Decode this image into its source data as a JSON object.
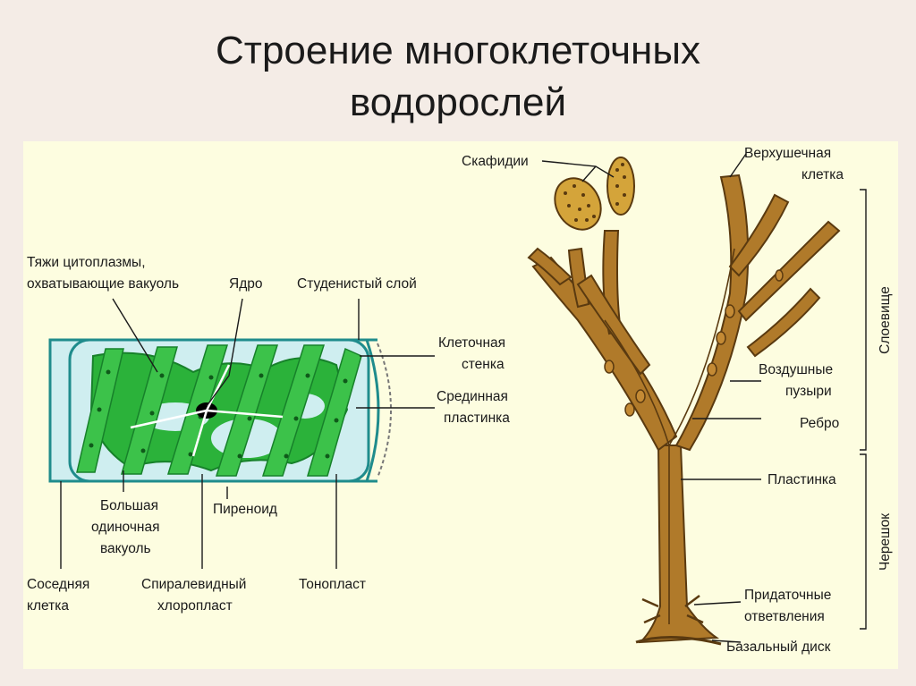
{
  "title": {
    "line1": "Строение многоклеточных",
    "line2": "водорослей"
  },
  "spirogyra": {
    "labels": {
      "tyazhi_l1": "Тяжи цитоплазмы,",
      "tyazhi_l2": "охватывающие вакуоль",
      "yadro": "Ядро",
      "studenisty": "Студенистый слой",
      "stenka_l1": "Клеточная",
      "stenka_l2": "стенка",
      "sredinnaya_l1": "Срединная",
      "sredinnaya_l2": "пластинка",
      "vakuol_l1": "Большая",
      "vakuol_l2": "одиночная",
      "vakuol_l3": "вакуоль",
      "pirenoid": "Пиреноид",
      "sosednyaya_l1": "Соседняя",
      "sosednyaya_l2": "клетка",
      "spiral_l1": "Спиралевидный",
      "spiral_l2": "хлоропласт",
      "tonoplast": "Тонопласт"
    }
  },
  "fucus": {
    "labels": {
      "skafidii": "Скафидии",
      "verkh_l1": "Верхушечная",
      "verkh_l2": "клетка",
      "vozd_l1": "Воздушные",
      "vozd_l2": "пузыри",
      "rebro": "Ребро",
      "plastinka": "Пластинка",
      "pridat_l1": "Придаточные",
      "pridat_l2": "ответвления",
      "bazal": "Базальный диск",
      "sloevishche": "Слоевище",
      "chereshok": "Черешок"
    }
  },
  "colors": {
    "chloroplast": "#2bb23a",
    "cell_fill": "#cfeef0",
    "wall": "#1f8c8c",
    "thallus": "#b07a2a",
    "scaphidia": "#d4a43a"
  }
}
